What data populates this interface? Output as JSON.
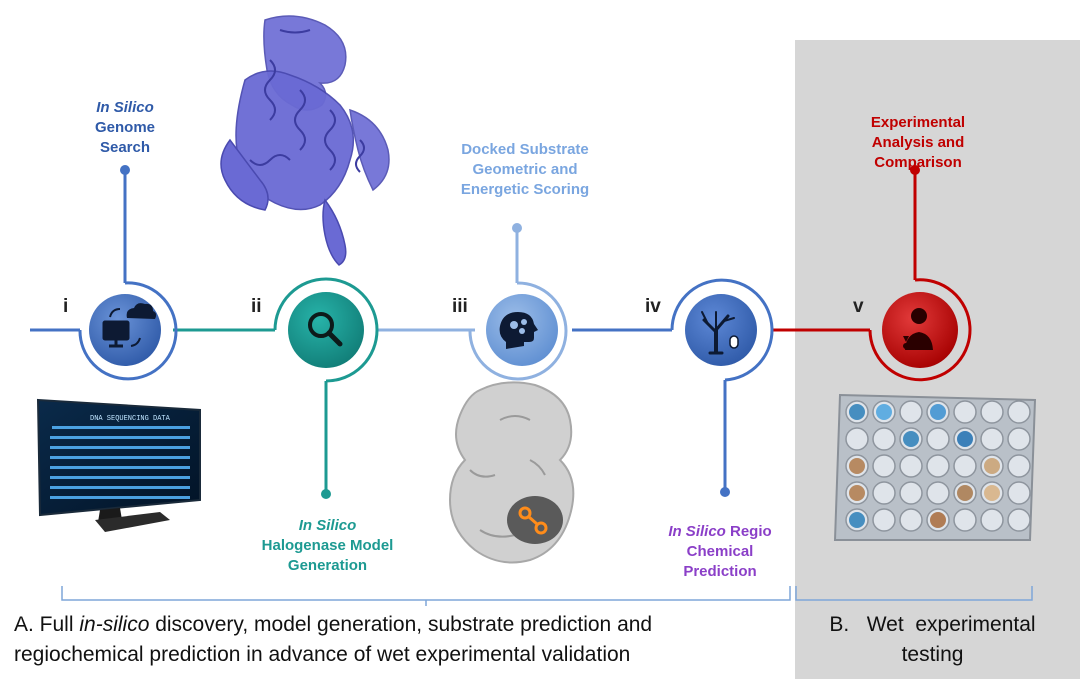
{
  "colors": {
    "step_i": "#4472c4",
    "step_ii": "#1d9a92",
    "step_iii": "#8fb1e0",
    "step_iv": "#4472c4",
    "step_v": "#c00000",
    "purple_text": "#8b3fc8",
    "panel_gray": "#d6d6d6"
  },
  "steps": [
    {
      "num": "i",
      "icon": "computer-cloud-sync-icon"
    },
    {
      "num": "ii",
      "icon": "magnifier-icon"
    },
    {
      "num": "iii",
      "icon": "head-gears-icon"
    },
    {
      "num": "iv",
      "icon": "tree-mouse-icon"
    },
    {
      "num": "v",
      "icon": "scientist-icon"
    }
  ],
  "labels": {
    "genome_italic": "In Silico",
    "genome_l2": "Genome",
    "genome_l3": "Search",
    "halogenase_italic": "In Silico",
    "halogenase_l2": "Halogenase Model",
    "halogenase_l3": "Generation",
    "docked_l1": "Docked Substrate",
    "docked_l2": "Geometric and",
    "docked_l3": "Energetic Scoring",
    "regio_italic": "In Silico",
    "regio_l1_rest": " Regio",
    "regio_l2": "Chemical",
    "regio_l3": "Prediction",
    "experimental_l1": "Experimental",
    "experimental_l2": "Analysis and Comparison"
  },
  "images": {
    "protein_ribbon": "protein ribbon structure",
    "dna_monitor_text": "DNA SEQUENCING DATA",
    "protein_surface": "docked protein surface",
    "well_plate": "well plate"
  },
  "captions": {
    "a_prefix": "A. Full ",
    "a_italic": "in-silico",
    "a_rest": " discovery, model generation, substrate prediction and",
    "a_line2": "regiochemical prediction in advance of wet experimental validation",
    "b_line1": "B.   Wet  experimental",
    "b_line2": "testing"
  }
}
